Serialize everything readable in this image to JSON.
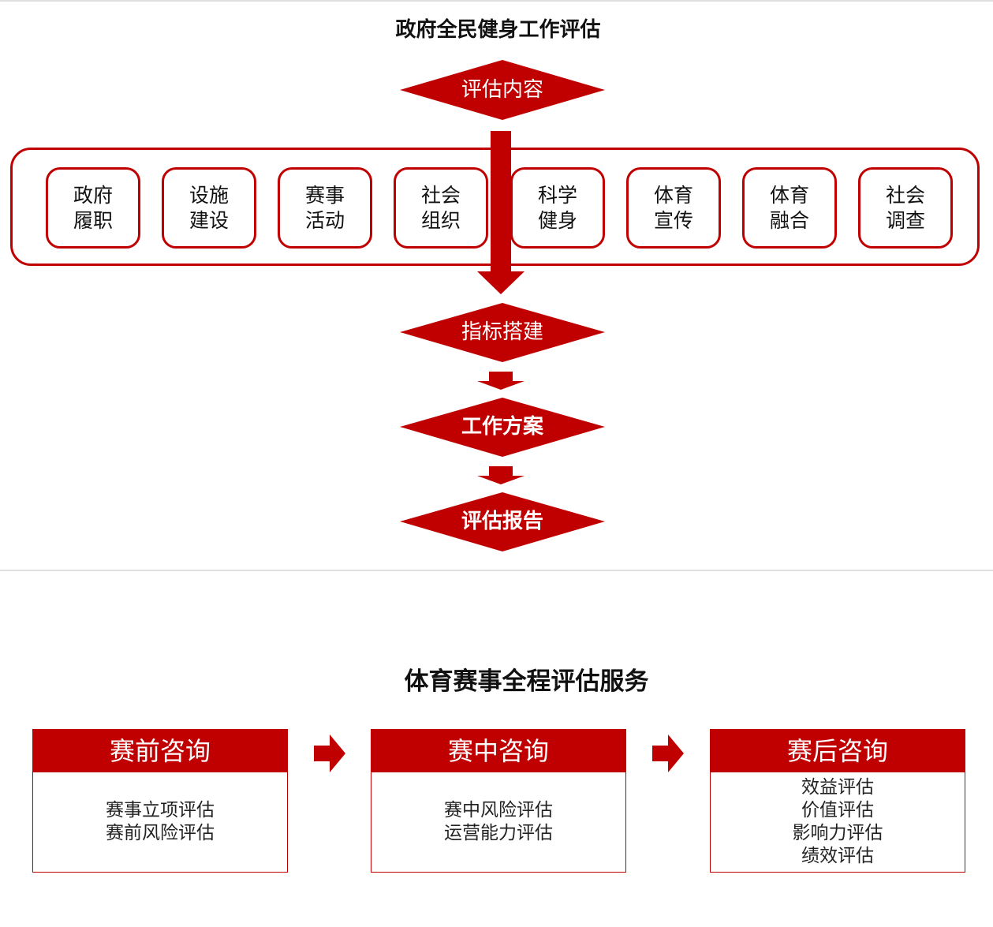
{
  "section1": {
    "title": "政府全民健身工作评估",
    "steps": [
      "评估内容",
      "指标搭建",
      "工作方案",
      "评估报告"
    ],
    "categories": [
      {
        "line1": "政府",
        "line2": "履职"
      },
      {
        "line1": "设施",
        "line2": "建设"
      },
      {
        "line1": "赛事",
        "line2": "活动"
      },
      {
        "line1": "社会",
        "line2": "组织"
      },
      {
        "line1": "科学",
        "line2": "健身"
      },
      {
        "line1": "体育",
        "line2": "宣传"
      },
      {
        "line1": "体育",
        "line2": "融合"
      },
      {
        "line1": "社会",
        "line2": "调查"
      }
    ]
  },
  "section2": {
    "title": "体育赛事全程评估服务",
    "phases": [
      {
        "header": "赛前咨询",
        "items": [
          "赛事立项评估",
          "赛前风险评估"
        ]
      },
      {
        "header": "赛中咨询",
        "items": [
          "赛中风险评估",
          "运营能力评估"
        ]
      },
      {
        "header": "赛后咨询",
        "items": [
          "效益评估",
          "价值评估",
          "影响力评估",
          "绩效评估"
        ]
      }
    ]
  },
  "colors": {
    "accent": "#c00000"
  },
  "icons": [
    "arrow-down-icon",
    "chevron-right-icon"
  ]
}
